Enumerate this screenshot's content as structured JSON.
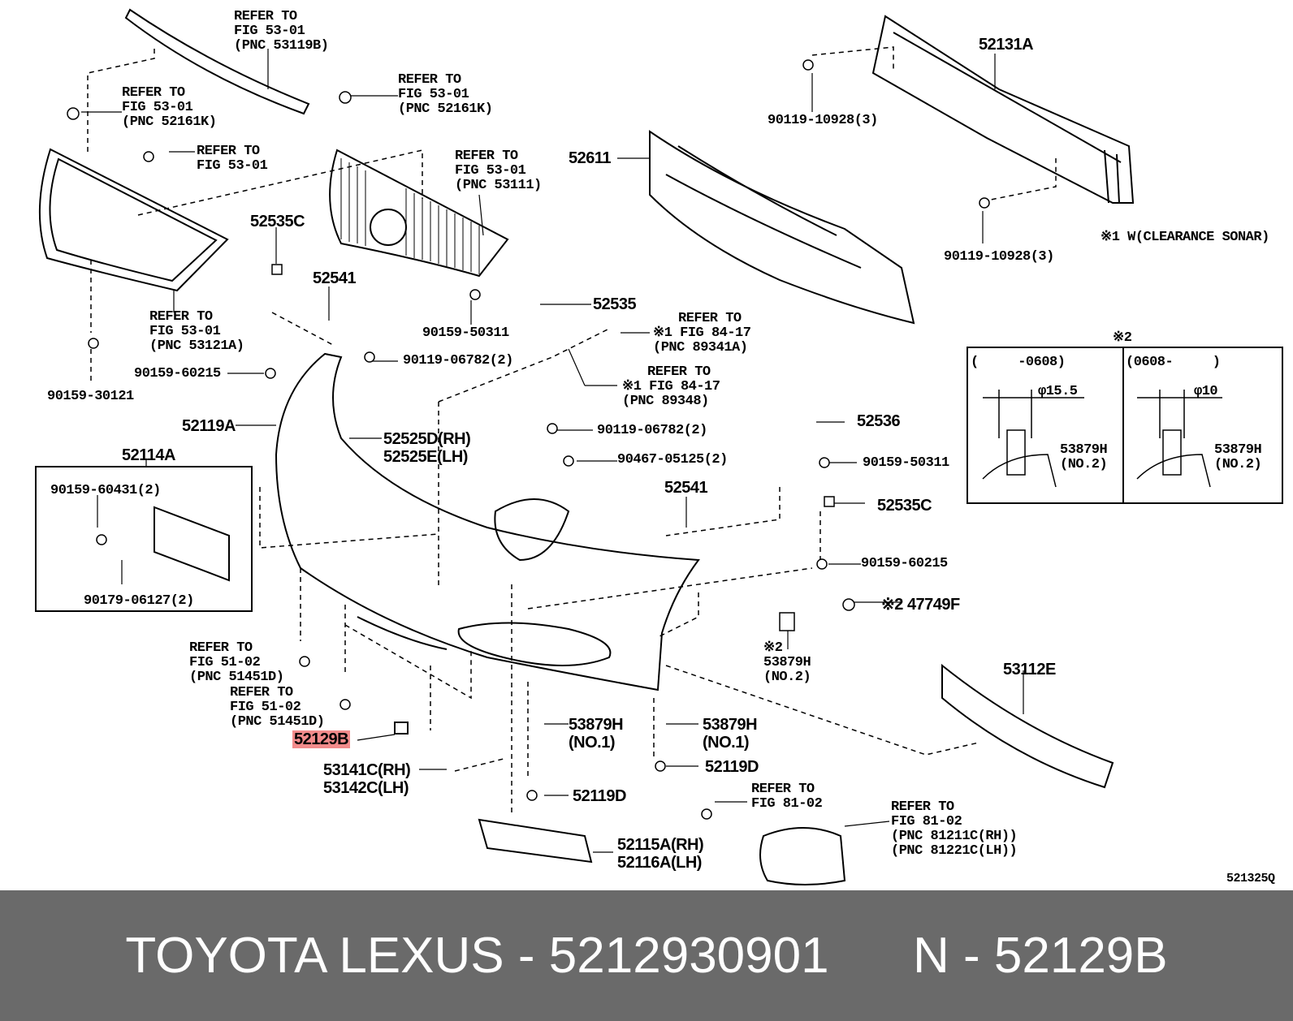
{
  "diagram_code": "521325Q",
  "footer": {
    "brand": "TOYOTA LEXUS",
    "sep1": "-",
    "part_number": "5212930901",
    "n_label": "N",
    "sep2": "-",
    "pnc": "52129B"
  },
  "labels": {
    "refer_53119b": "REFER TO\nFIG 53-01\n(PNC 53119B)",
    "refer_52161k_left": "REFER TO\nFIG 53-01\n(PNC 52161K)",
    "refer_53_01_bolt": "REFER TO\nFIG 53-01",
    "refer_52161k_mid": "REFER TO\nFIG 53-01\n(PNC 52161K)",
    "refer_53111": "REFER TO\nFIG 53-01\n(PNC 53111)",
    "refer_53121a": "REFER TO\nFIG 53-01\n(PNC 53121A)",
    "p52131a": "52131A",
    "p90119_10928_top": "90119-10928(3)",
    "p52611": "52611",
    "note_sonar": "※1 W(CLEARANCE SONAR)",
    "p90119_10928_bot": "90119-10928(3)",
    "p52535c_top": "52535C",
    "p52541_top": "52541",
    "p52535": "52535",
    "p90159_50311_a": "90159-50311",
    "refer_89341a": "※1 FIG 84-17\n(PNC 89341A)",
    "refer_89341a_head": "REFER TO",
    "refer_89348": "※1 FIG 84-17\n(PNC 89348)",
    "refer_89348_head": "REFER TO",
    "p90159_60215_a": "90159-60215",
    "p90159_30121": "90159-30121",
    "p90119_06782_a": "90119-06782(2)",
    "p52119a": "52119A",
    "p52525d": "52525D(RH)\n52525E(LH)",
    "p90119_06782_b": "90119-06782(2)",
    "p90467": "90467-05125(2)",
    "p52536": "52536",
    "p90159_50311_b": "90159-50311",
    "p52114a": "52114A",
    "p90159_60431": "90159-60431(2)",
    "p90179_06127": "90179-06127(2)",
    "p52541_mid": "52541",
    "p52535c_mid": "52535C",
    "p90159_60215_b": "90159-60215",
    "p47749f": "※2 47749F",
    "p53879h_no2": "※2\n53879H\n(NO.2)",
    "refer_51451d_a": "REFER TO\nFIG 51-02\n(PNC 51451D)",
    "refer_51451d_b": "REFER TO\nFIG 51-02\n(PNC 51451D)",
    "p52129b": "52129B",
    "p53879h_no1_a": "53879H\n(NO.1)",
    "p53879h_no1_b": "53879H\n(NO.1)",
    "p53112e": "53112E",
    "p52119d_a": "52119D",
    "p52119d_b": "52119D",
    "p53141c": "53141C(RH)\n53142C(LH)",
    "refer_81_02_a": "REFER TO\nFIG 81-02",
    "refer_81_02_b": "REFER TO\nFIG 81-02\n(PNC 81211C(RH))\n(PNC 81221C(LH))",
    "p52115a": "52115A(RH)\n52116A(LH)",
    "inset_mark": "※2",
    "inset_left_range": "(     -0608)",
    "inset_right_range": "(0608-     )",
    "inset_left_dia": "φ15.5",
    "inset_right_dia": "φ10",
    "inset_left_part": "53879H\n(NO.2)",
    "inset_right_part": "53879H\n(NO.2)"
  }
}
